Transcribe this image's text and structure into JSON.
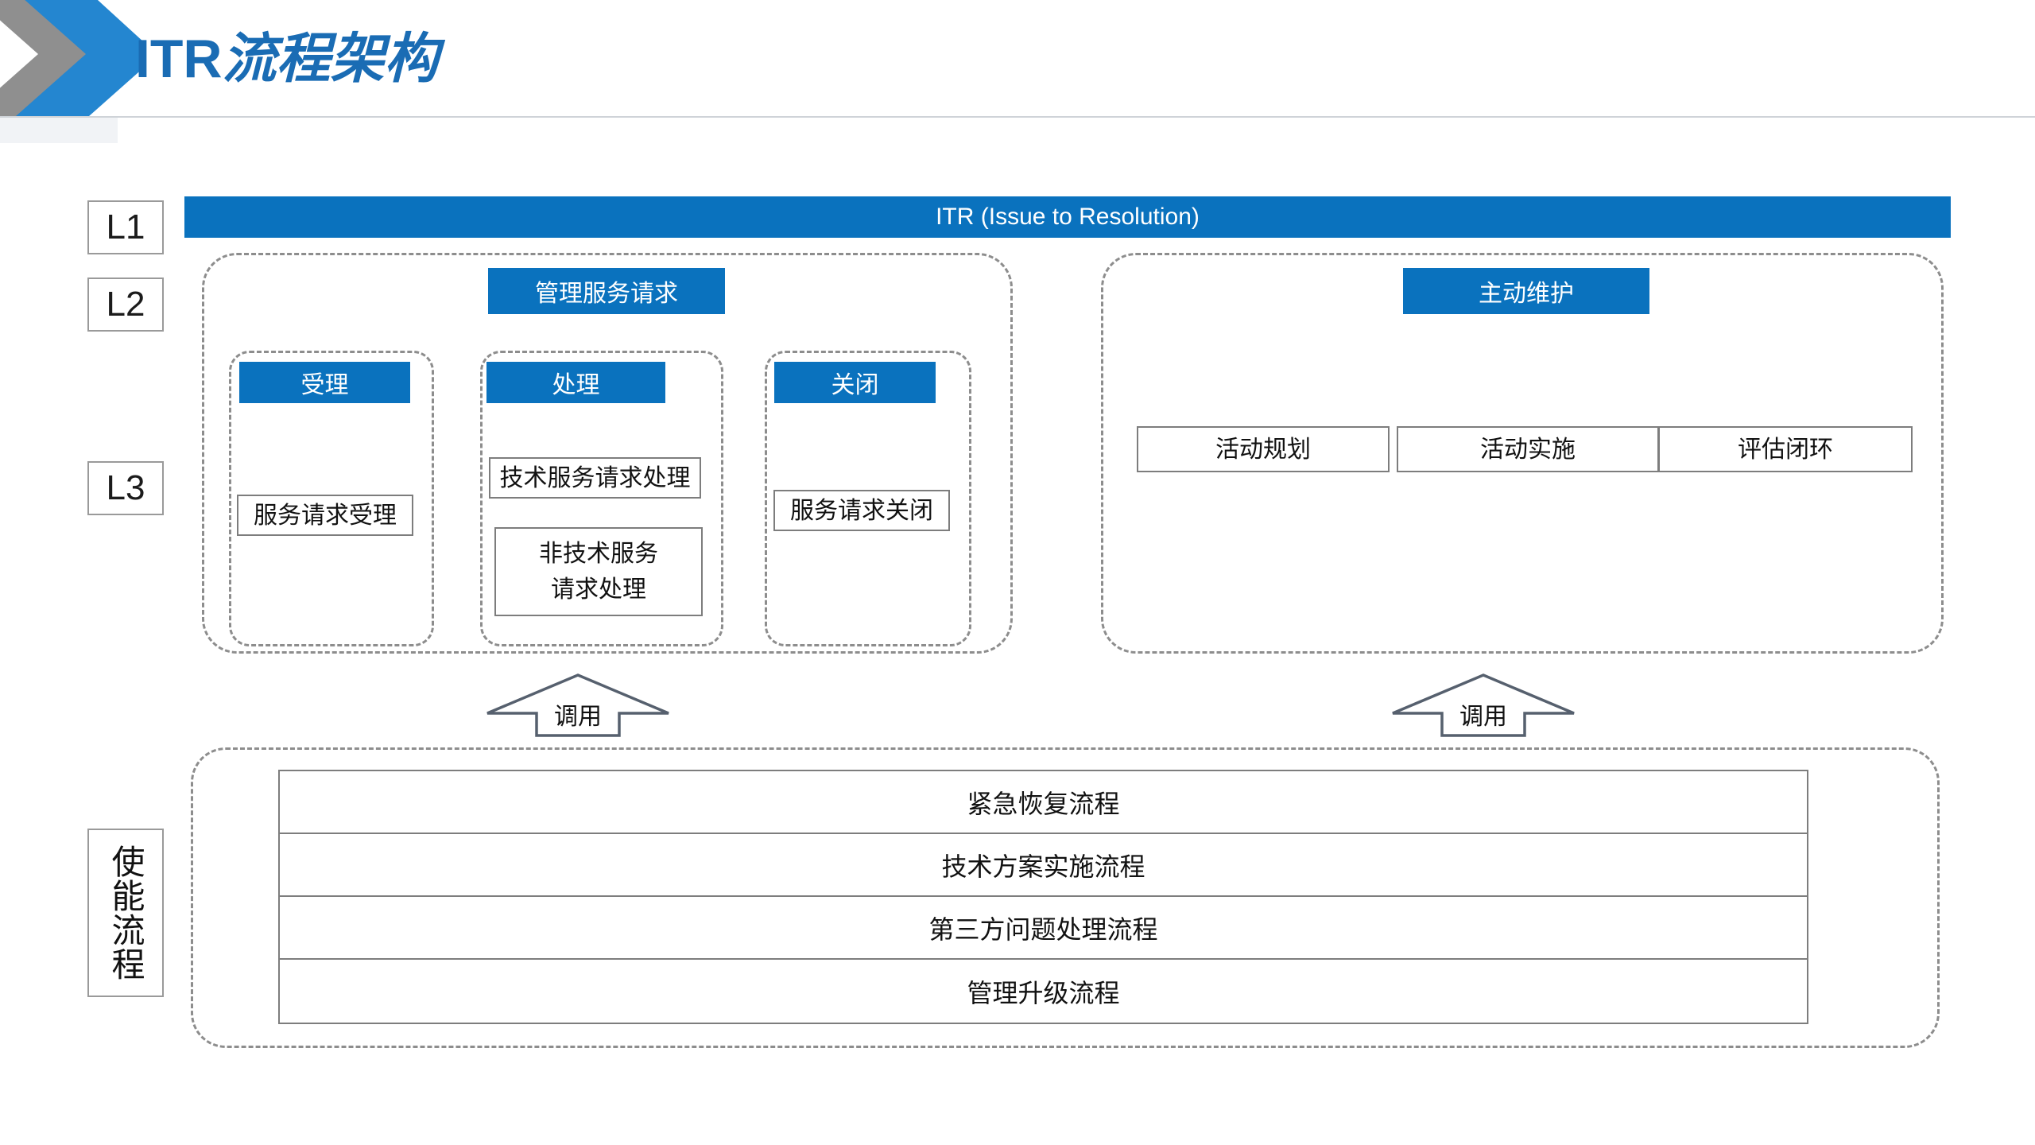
{
  "header": {
    "title_latin": "ITR",
    "title_cjk": "流程架构",
    "logo_icon": "double-chevron-right-icon",
    "accent_blue": "#1A6CB4",
    "logo_gray": "#8f8f8f",
    "logo_blue": "#2486D0"
  },
  "levels": {
    "l1": "L1",
    "l2": "L2",
    "l3": "L3",
    "enabling": "使能流程"
  },
  "l1_bar": {
    "label": "ITR (Issue to Resolution)",
    "color": "#0A72BE"
  },
  "l2_groups": [
    {
      "id": "manage-service-request",
      "chip": "管理服务请求",
      "subgroups": [
        {
          "id": "accept",
          "chip": "受理",
          "items": [
            "服务请求受理"
          ]
        },
        {
          "id": "handle",
          "chip": "处理",
          "items": [
            "技术服务请求处理",
            "非技术服务\n请求处理"
          ],
          "item2_line1": "非技术服务",
          "item2_line2": "请求处理"
        },
        {
          "id": "close",
          "chip": "关闭",
          "items": [
            "服务请求关闭"
          ]
        }
      ]
    },
    {
      "id": "proactive-maintenance",
      "chip": "主动维护",
      "items": [
        "活动规划",
        "活动实施",
        "评估闭环"
      ]
    }
  ],
  "arrows": {
    "left_label": "调用",
    "right_label": "调用",
    "icon": "up-arrow-icon",
    "stroke": "#56606e"
  },
  "enabling_processes": [
    "紧急恢复流程",
    "技术方案实施流程",
    "第三方问题处理流程",
    "管理升级流程"
  ]
}
